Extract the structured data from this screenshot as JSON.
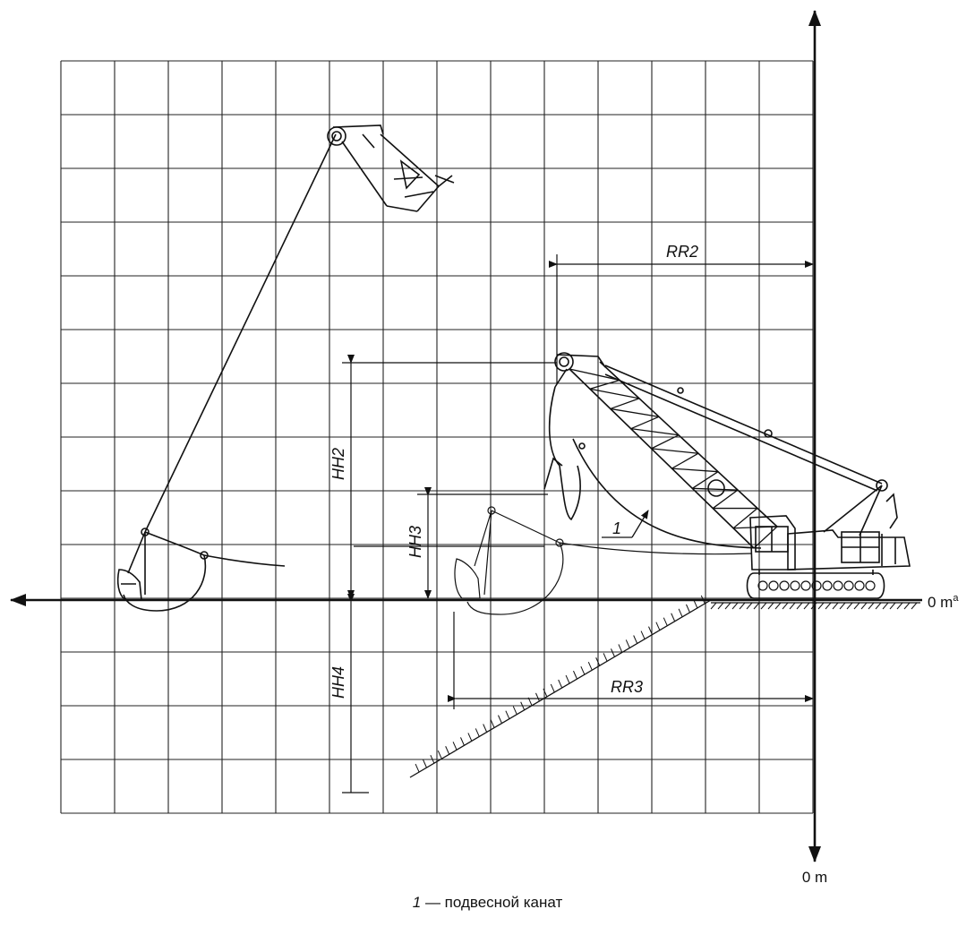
{
  "labels": {
    "rr2": "RR2",
    "rr3": "RR3",
    "hh2": "HH2",
    "hh3": "HH3",
    "hh4": "HH4",
    "ground_zero": "0 m",
    "ground_zero_sup": "a",
    "axis_zero": "0 m",
    "callout_1": "1"
  },
  "caption": {
    "number": "1",
    "text": " — подвесной канат"
  }
}
